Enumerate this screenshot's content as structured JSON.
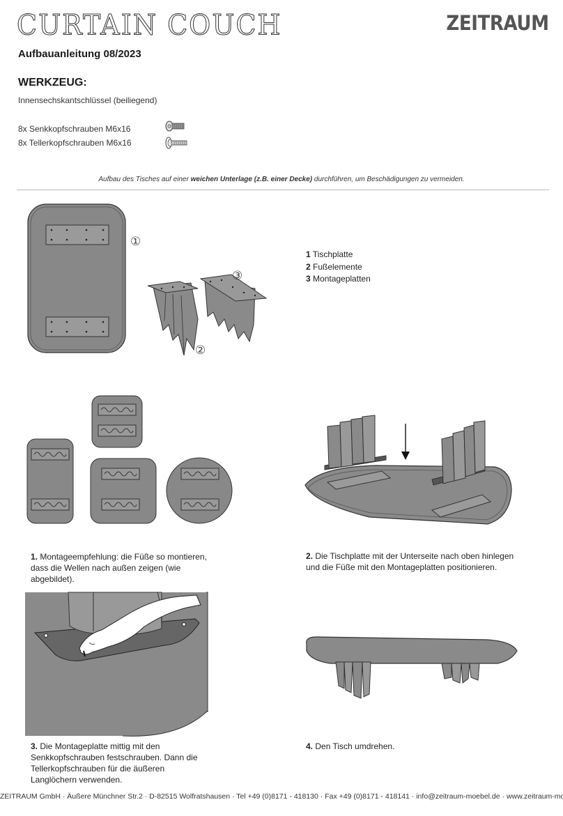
{
  "header": {
    "product": "CURTAIN COUCH",
    "brand": "ZEITRAUM",
    "subtitle": "Aufbauanleitung 08/2023"
  },
  "tools": {
    "heading": "WERKZEUG:",
    "key": "Innensechskantschlüssel (beiliegend)",
    "screw1": "8x Senkkopfschrauben M6x16",
    "screw2": "8x Tellerkopfschrauben M6x16"
  },
  "note": {
    "pre": "Aufbau des Tisches auf einer ",
    "bold": "weichen Unterlage (z.B. einer Decke)",
    "post": " durchführen, um Beschädigungen zu vermeiden."
  },
  "parts": {
    "markers": [
      "①",
      "②",
      "③"
    ],
    "legend": [
      {
        "num": "1",
        "label": " Tischplatte"
      },
      {
        "num": "2",
        "label": " Fußelemente"
      },
      {
        "num": "3",
        "label": " Montageplatten"
      }
    ]
  },
  "steps": [
    {
      "num": "1.",
      "text": " Montageempfehlung: die Füße so montieren, dass die Wellen nach außen zeigen (wie abgebildet)."
    },
    {
      "num": "2.",
      "text": " Die Tischplatte mit der Unterseite nach oben hinlegen und die Füße mit den Montageplatten positionieren."
    },
    {
      "num": "3.",
      "text": " Die Montageplatte mittig mit den Senkkopfschrauben festschrauben. Dann die Tellerkopfschrauben für die äußeren Langlöchern verwenden."
    },
    {
      "num": "4.",
      "text": " Den Tisch umdrehen."
    }
  ],
  "footer": "ZEITRAUM GmbH · Äußere Münchner Str.2 · D-82515 Wolfratshausen · Tel +49 (0)8171 - 418130 · Fax +49 (0)8171 - 418141 · info@zeitraum-moebel.de · www.zeitraum-moebel.de"
}
